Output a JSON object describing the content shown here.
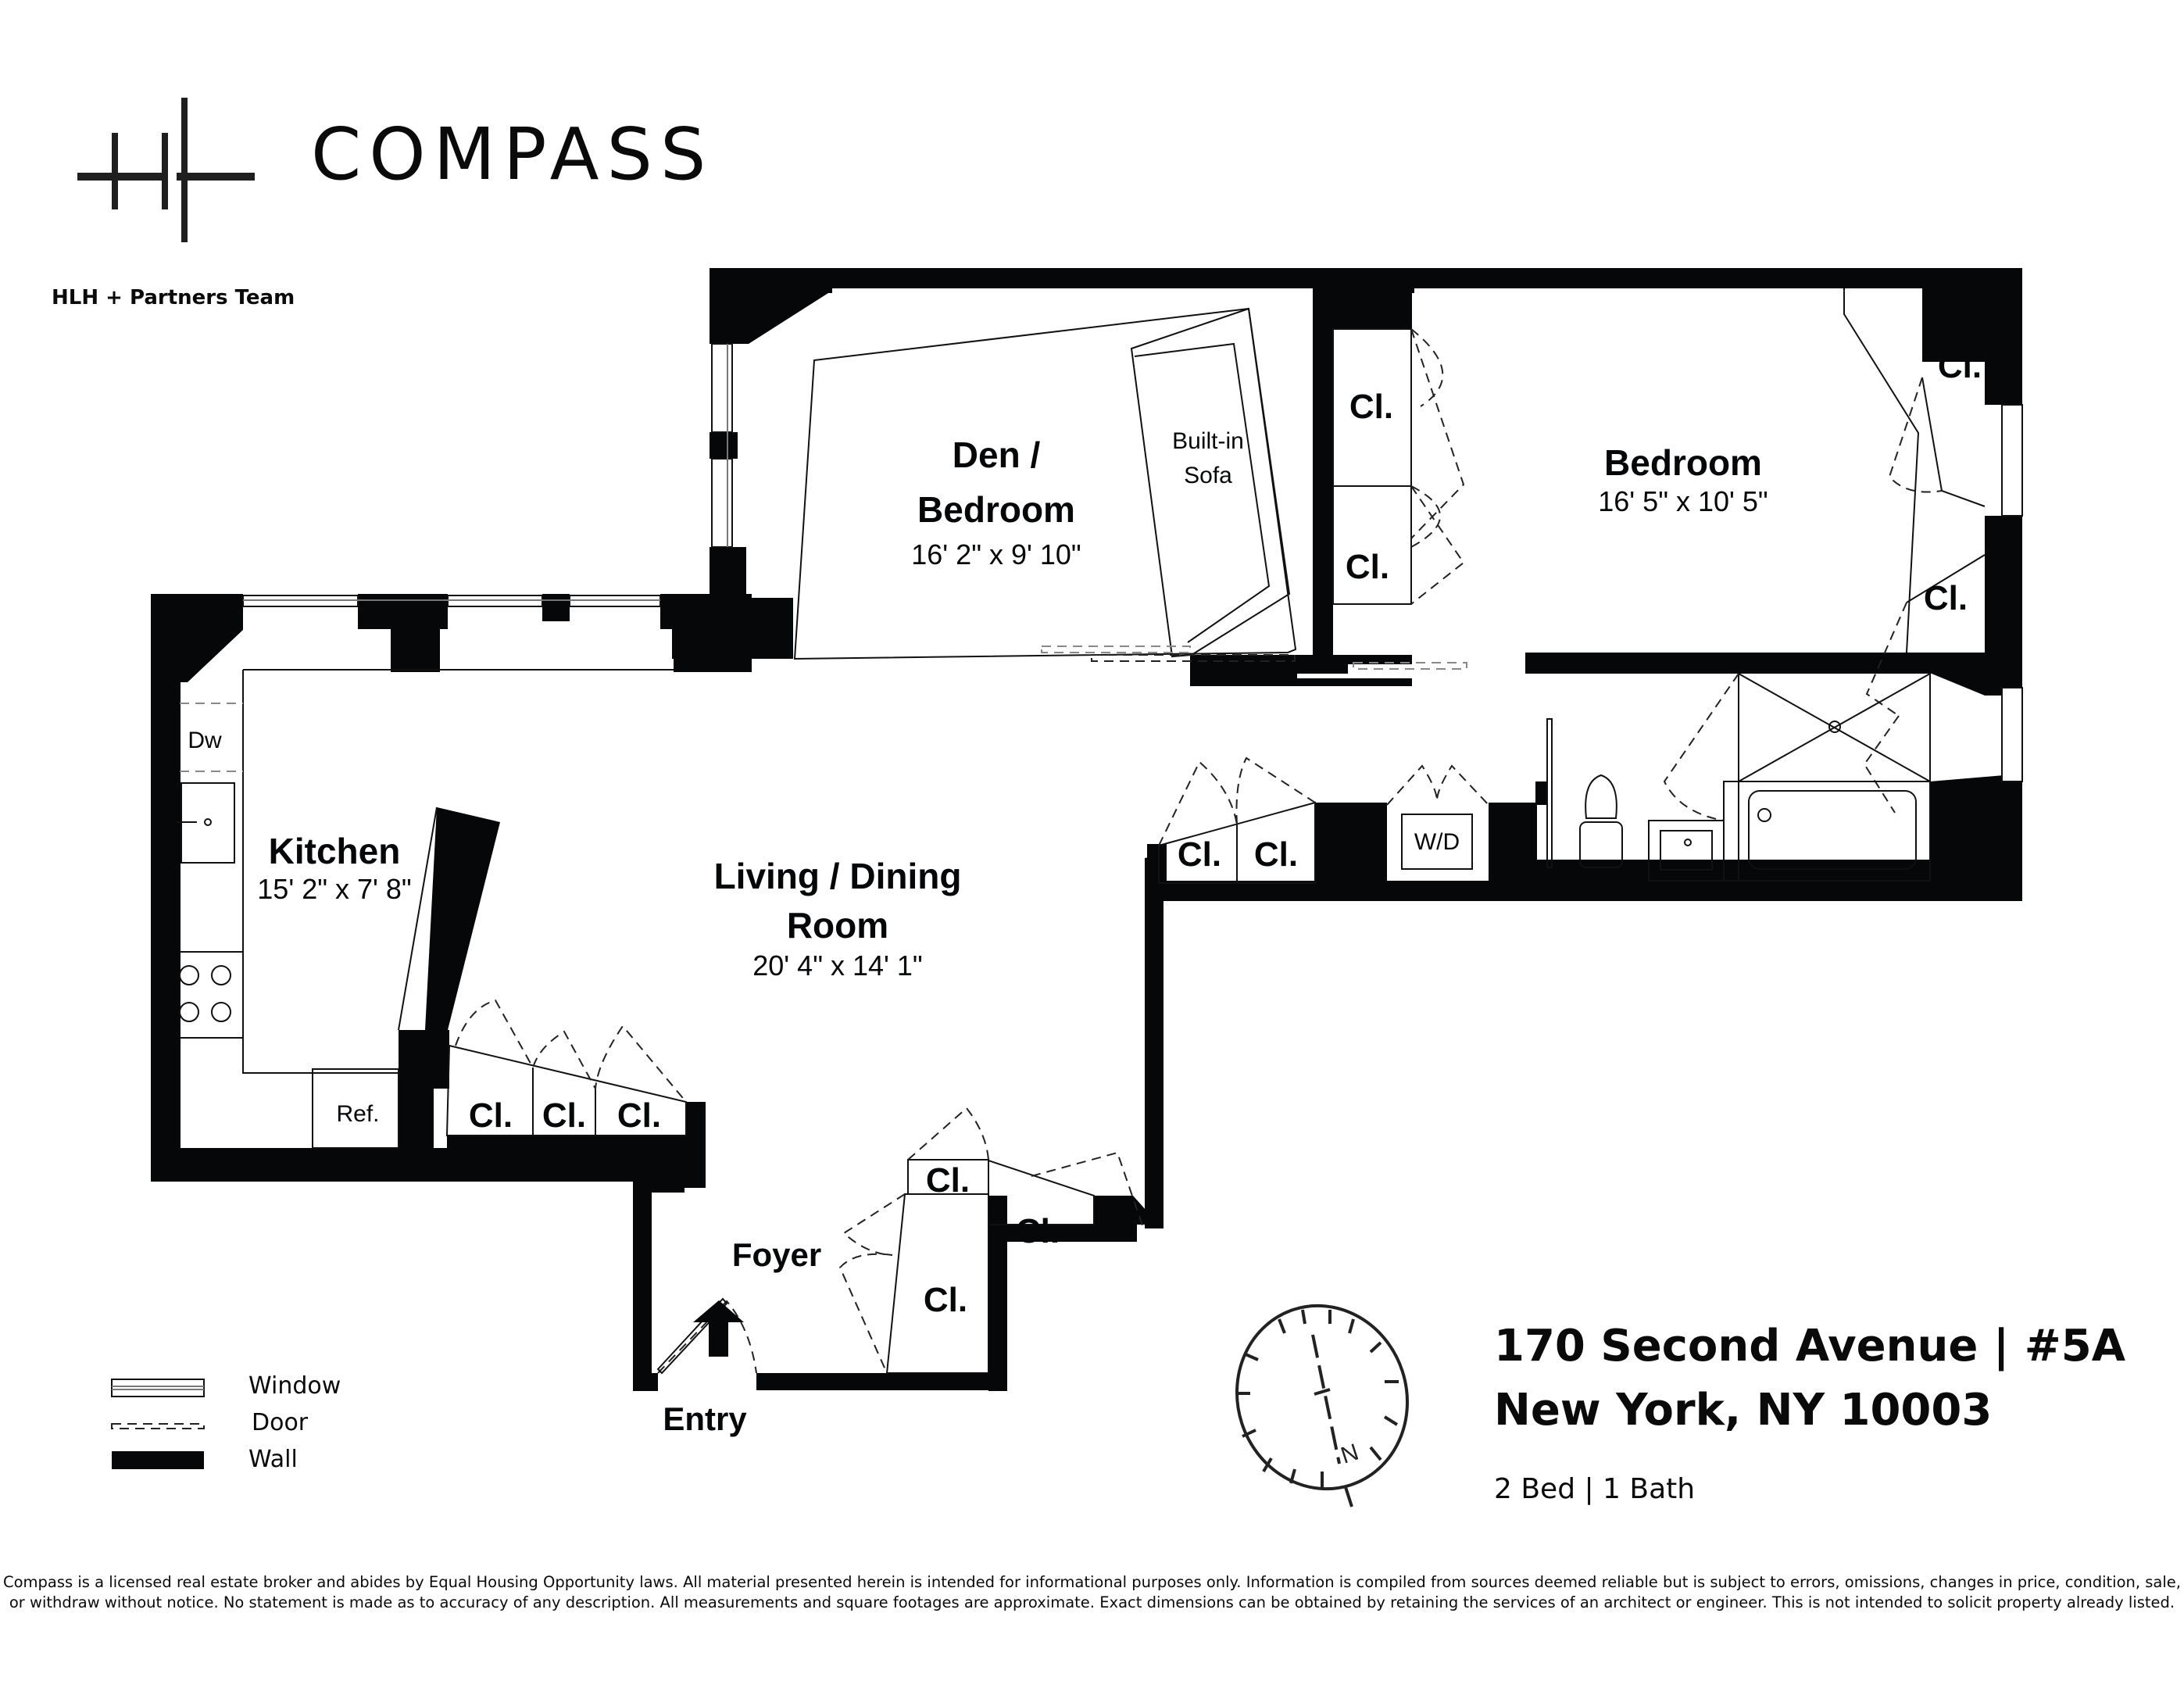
{
  "branding": {
    "logo_word": "COMPASS",
    "team_name": "HLH + Partners Team",
    "logo_mark": "hlh-cross-mark"
  },
  "rooms": {
    "den": {
      "name_line1": "Den /",
      "name_line2": "Bedroom",
      "dimensions": "16' 2\" x 9' 10\""
    },
    "builtin": {
      "line1": "Built-in",
      "line2": "Sofa"
    },
    "bedroom": {
      "name": "Bedroom",
      "dimensions": "16' 5\" x 10' 5\""
    },
    "kitchen": {
      "name": "Kitchen",
      "dimensions": "15' 2\" x 7' 8\""
    },
    "living": {
      "name_line1": "Living / Dining",
      "name_line2": "Room",
      "dimensions": "20' 4\" x 14' 1\""
    },
    "foyer": {
      "name": "Foyer"
    },
    "entry": {
      "label": "Entry"
    }
  },
  "fixtures": {
    "dishwasher": "Dw",
    "refrigerator": "Ref.",
    "washer_dryer": "W/D",
    "closet": "Cl."
  },
  "legend": {
    "items": [
      {
        "label": "Window",
        "symbol": "window-symbol"
      },
      {
        "label": "Door",
        "symbol": "door-symbol"
      },
      {
        "label": "Wall",
        "symbol": "wall-symbol"
      }
    ]
  },
  "listing": {
    "address_line1": "170 Second Avenue | #5A",
    "address_line2": "New York, NY 10003",
    "summary": "2 Bed | 1 Bath",
    "compass_label": "N"
  },
  "disclaimer": {
    "line1": "Compass is a licensed real estate broker and abides by Equal Housing Opportunity laws. All material presented herein is intended for informational purposes only. Information is compiled from sources deemed reliable but is subject to errors, omissions, changes in price, condition, sale,",
    "line2": "or withdraw without notice. No statement is made as to accuracy of any description. All measurements and square footages are approximate. Exact dimensions can be obtained by retaining the services of an architect or engineer. This is not intended to solicit property already listed."
  },
  "colors": {
    "wall": "#050708",
    "background": "#ffffff",
    "line": "#111111"
  }
}
